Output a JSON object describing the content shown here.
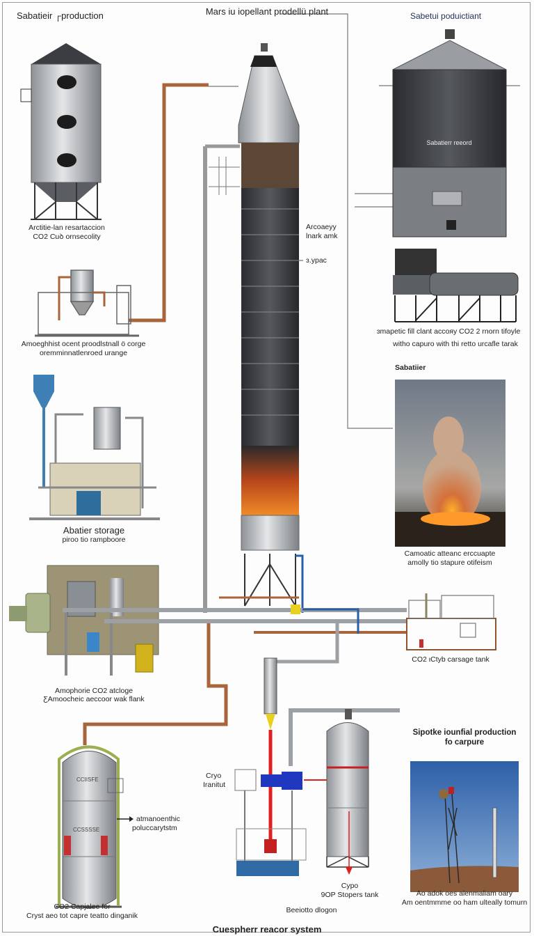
{
  "title": "Mars iu iopellant prodellü plant",
  "footer_title": "Cuespherr reacor system",
  "colors": {
    "copper": "#b0683a",
    "steel": "#b9bcc0",
    "dark_tank": "#3d3f43",
    "accent_blue": "#2a5fa8",
    "red": "#e02020",
    "olive": "#9c9474"
  },
  "labels": {
    "top_left_heading": "Sabatieir ┌production",
    "top_right_heading": "Sabetui poduictiant",
    "silo_left": [
      "Arctitie-lan resartaccion",
      "CO2 Cuꝺ ornsecolity"
    ],
    "tower_note": [
      "Arcoaeyy",
      "lnark amk"
    ],
    "tower_pointer": "ɜ.ypac",
    "equipment_left_1": [
      "Amoeghhist ocent proodlstnall ö corge",
      "oremminnatlenroed urange"
    ],
    "silo_right_plate": "Sabatierr reeord",
    "horizontal_tank": [
      "ɜmapetic fill clant accoяy CO2 2 rnorn tifoyle",
      "witho capuro with thi retto urcafle tarak"
    ],
    "plume_heading": "Sabatiier",
    "equipment_left_2": [
      "Abatier storage",
      "piroo tio rampboore"
    ],
    "plume_caption": [
      "Camoatic atteanc erccuapte",
      "amolly tio stapure otifeism"
    ],
    "equipment_left_3": [
      "Amophorie CO2 atcloge",
      "ƸAmoocheic aeccoor wak flank"
    ],
    "equipment_right": "CO2 ιCtyb carsage tank",
    "tower_photo_heading": [
      "Sipotke iounfial production",
      "fo carpure"
    ],
    "cryo_label": [
      "Cryo",
      "Iranitut"
    ],
    "bottom_tank_arrow": [
      "atmanoenthic",
      "poluccarytstm"
    ],
    "bottom_tank_stencil_1": "CCIISFE",
    "bottom_tank_stencil_2": "CCSSSSE",
    "cryo_tank": [
      "Cypo",
      "9OP Stopers tank"
    ],
    "tower_photo_caption": [
      "Ao adok oes alenmaliam oary",
      "Am oentmmme oo ham ulteally tomurn"
    ],
    "bottom_tank_caption": [
      "CO2 Capjalee for",
      "Cryst aeo tot capre teatto dinganik"
    ],
    "center_bottom": "Beeiotto dlogon"
  }
}
